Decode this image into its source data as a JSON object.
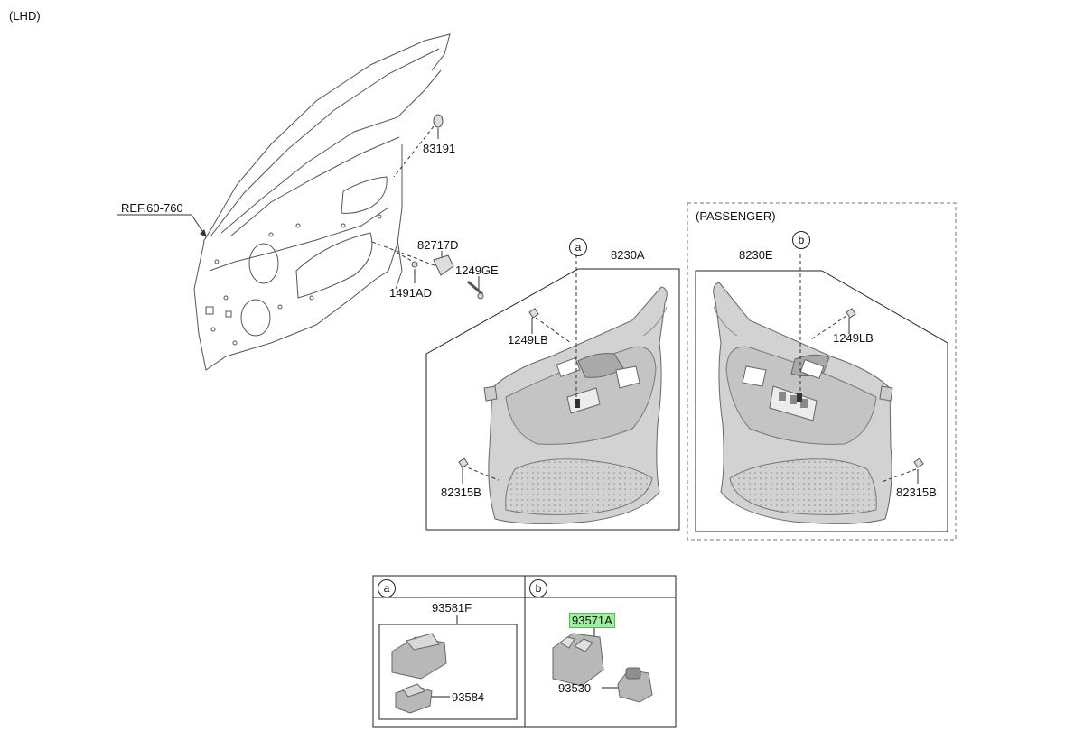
{
  "header": {
    "variant": "(LHD)"
  },
  "door_frame": {
    "ref": "REF.60-760"
  },
  "labels": {
    "p83191": "83191",
    "p82717D": "82717D",
    "p1249GE": "1249GE",
    "p1491AD": "1491AD",
    "p8230A": "8230A",
    "p1249LB_left": "1249LB",
    "p82315B_left": "82315B",
    "passenger": "(PASSENGER)",
    "p8230E": "8230E",
    "p1249LB_right": "1249LB",
    "p82315B_right": "82315B",
    "p93581F": "93581F",
    "p93584": "93584",
    "p93571A": "93571A",
    "p93530": "93530"
  },
  "callouts": {
    "a": "a",
    "b": "b"
  },
  "colors": {
    "highlight": "#9ef09e",
    "panel_fill": "#d2d2d2",
    "panel_dark": "#a9a9a9",
    "line": "#222222"
  }
}
